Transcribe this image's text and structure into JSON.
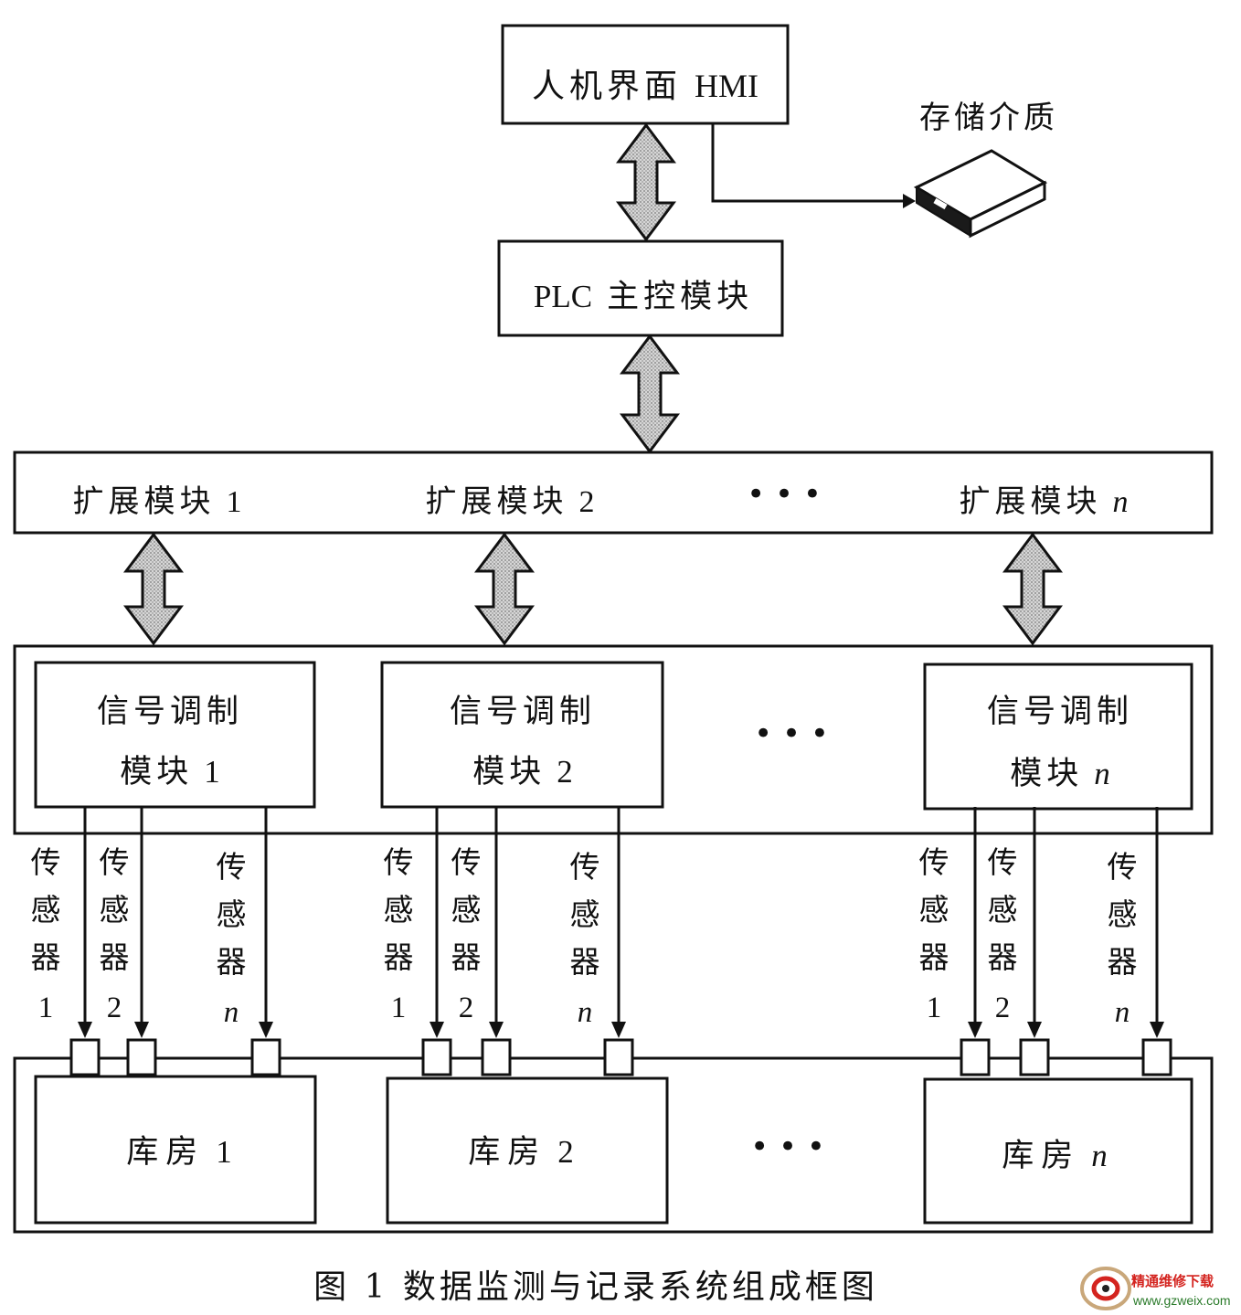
{
  "hmi": {
    "cn": "人机界面",
    "en": "HMI"
  },
  "storage": {
    "label": "存储介质"
  },
  "plc": {
    "en": "PLC",
    "cn": "主控模块"
  },
  "expansion": {
    "items": [
      {
        "cn": "扩展模块",
        "num": "1"
      },
      {
        "cn": "扩展模块",
        "num": "2"
      },
      {
        "cn": "扩展模块",
        "num": "n"
      }
    ],
    "ellipsis": "• • •"
  },
  "signal": {
    "line1": "信号调制",
    "items": [
      {
        "cn": "模块",
        "num": "1"
      },
      {
        "cn": "模块",
        "num": "2"
      },
      {
        "cn": "模块",
        "num": "n"
      }
    ],
    "ellipsis": "• • •"
  },
  "sensor": {
    "chars": [
      "传",
      "感",
      "器"
    ],
    "nums": [
      "1",
      "2",
      "n"
    ]
  },
  "warehouse": {
    "items": [
      {
        "cn": "库房",
        "num": "1"
      },
      {
        "cn": "库房",
        "num": "2"
      },
      {
        "cn": "库房",
        "num": "n"
      }
    ],
    "ellipsis": "• • •"
  },
  "caption": {
    "text": "图 1  数据监测与记录系统组成框图"
  },
  "watermark": {
    "cn": "精通维修下载",
    "url": "www.gzweix.com"
  },
  "colors": {
    "ink": "#111111",
    "arrow_fill": "#b9b9b9",
    "watermark_red": "#d4241f"
  }
}
